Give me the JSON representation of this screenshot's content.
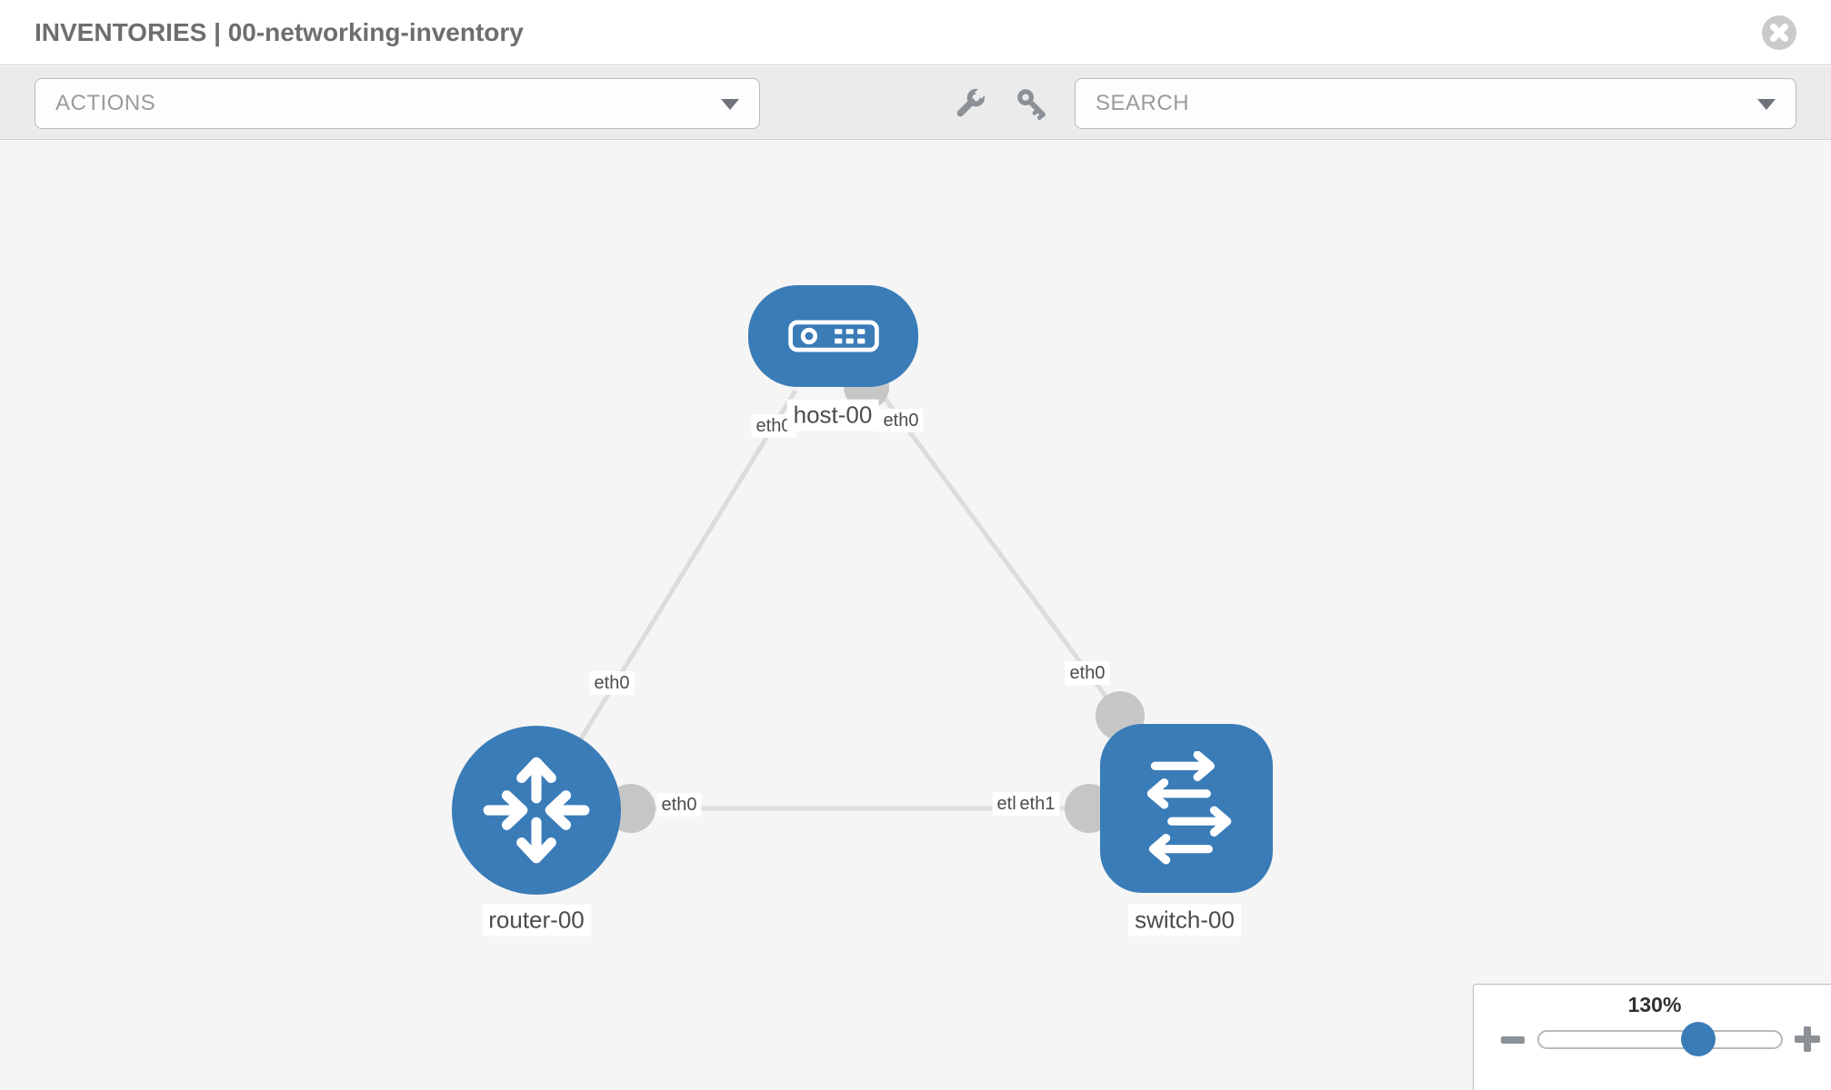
{
  "header": {
    "title": "INVENTORIES | 00-networking-inventory"
  },
  "toolbar": {
    "actions_label": "ACTIONS",
    "search_placeholder": "SEARCH",
    "icons": [
      "wrench",
      "key"
    ]
  },
  "topology": {
    "nodes": [
      {
        "name": "host-00",
        "type": "host",
        "shape": "rounded-rectangle"
      },
      {
        "name": "router-00",
        "type": "router",
        "shape": "circle"
      },
      {
        "name": "switch-00",
        "type": "switch",
        "shape": "rounded-square"
      }
    ],
    "links": [
      {
        "source": "host-00",
        "source_interface": "eth0",
        "target": "router-00",
        "target_interface": "eth0"
      },
      {
        "source": "host-00",
        "source_interface": "eth0",
        "target": "switch-00",
        "target_interface": "eth0"
      },
      {
        "source": "router-00",
        "source_interface": "eth0",
        "target": "switch-00",
        "target_interface": "eth1"
      }
    ],
    "labels": {
      "host": "host-00",
      "router": "router-00",
      "switch": "switch-00",
      "host_link_router": "eth0",
      "host_link_switch": "eth0",
      "router_link_host": "eth0",
      "router_link_switch": "eth0",
      "switch_link_host": "eth0",
      "switch_link_router_hidden": "eth0",
      "switch_link_router": "eth1"
    }
  },
  "zoom_control": {
    "level": "130%",
    "slider_percent": 64
  },
  "colors": {
    "node_blue": "#3a7cb8",
    "port_gray": "#c6c6c6",
    "link_gray": "#dcdcdc",
    "toolbar_icon_gray": "#8b9197",
    "canvas_bg": "#f5f5f5",
    "toolbar_bg": "#ebebeb"
  }
}
